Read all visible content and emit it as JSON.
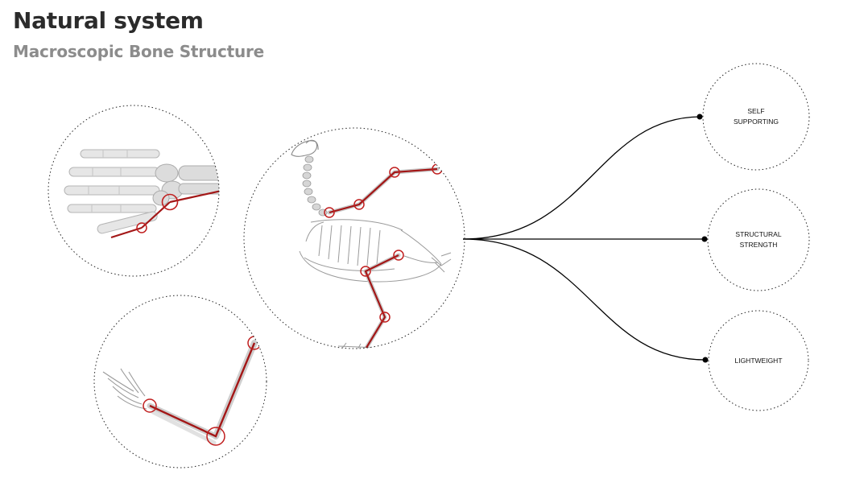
{
  "header": {
    "title": "Natural system",
    "subtitle": "Macroscopic Bone Structure"
  },
  "colors": {
    "accent": "#a31717",
    "bone": "#d9d9d9",
    "sketch": "#9a9a9a",
    "line": "#000000"
  },
  "illustrations": [
    {
      "name": "hand-skeleton",
      "icon": "hand-bones-icon"
    },
    {
      "name": "bird-skeleton",
      "icon": "bird-skeleton-icon"
    },
    {
      "name": "arm-skeleton",
      "icon": "arm-bones-icon"
    }
  ],
  "properties": [
    {
      "lines": [
        "SELF",
        "SUPPORTING"
      ]
    },
    {
      "lines": [
        "STRUCTURAL",
        "STRENGTH"
      ]
    },
    {
      "lines": [
        "LIGHTWEIGHT"
      ]
    }
  ]
}
